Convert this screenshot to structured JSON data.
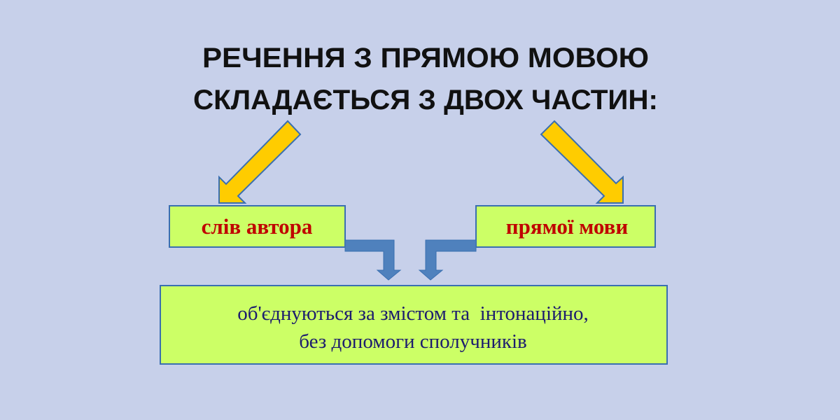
{
  "title": {
    "line1": "РЕЧЕННЯ З ПРЯМОЮ МОВОЮ",
    "line2": "СКЛАДАЄТЬСЯ З ДВОХ ЧАСТИН:"
  },
  "parts": {
    "left": "слів автора",
    "right": "прямої мови"
  },
  "result": {
    "line1": "об'єднуються за змістом та  інтонаційно,",
    "line2": "без допомоги сполучників"
  },
  "colors": {
    "background": "#c7d0ea",
    "box_fill": "#ccff66",
    "box_border": "#3a6fb0",
    "yellow_arrow": "#ffcc00",
    "blue_arrow": "#4f81bd",
    "part_text": "#c00000",
    "result_text": "#1c1c6e"
  }
}
